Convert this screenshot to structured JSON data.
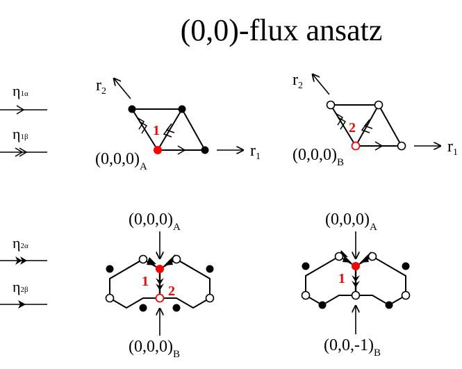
{
  "title": "(0,0)-flux ansatz",
  "colors": {
    "ink": "#000000",
    "highlight": "#ff0000",
    "background": "#ffffff"
  },
  "legend": {
    "eta_1a": {
      "base": "η",
      "sub": "1α",
      "arrow": "single-open-arrowhead-icon"
    },
    "eta_1b": {
      "base": "η",
      "sub": "1β",
      "arrow": "double-open-arrowhead-icon"
    },
    "eta_2a": {
      "base": "η",
      "sub": "2α",
      "arrow": "double-filled-arrowhead-icon"
    },
    "eta_2b": {
      "base": "η",
      "sub": "2β",
      "arrow": "single-filled-arrowhead-icon"
    }
  },
  "panel_a": {
    "axis_r2": {
      "base": "r",
      "sub": "2"
    },
    "axis_r1": {
      "base": "r",
      "sub": "1"
    },
    "origin": {
      "text": "(0,0,0)",
      "sub": "A"
    },
    "mark": "1"
  },
  "panel_b": {
    "axis_r2": {
      "base": "r",
      "sub": "2"
    },
    "axis_r1": {
      "base": "r",
      "sub": "1"
    },
    "origin": {
      "text": "(0,0,0)",
      "sub": "B"
    },
    "mark": "2"
  },
  "panel_c": {
    "top": {
      "text": "(0,0,0)",
      "sub": "A"
    },
    "bottom": {
      "text": "(0,0,0)",
      "sub": "B"
    },
    "mark_left": "1",
    "mark_right": "2"
  },
  "panel_d": {
    "top": {
      "text": "(0,0,0)",
      "sub": "A"
    },
    "bottom": {
      "text": "(0,0,-1)",
      "sub": "B"
    },
    "mark": "1"
  }
}
